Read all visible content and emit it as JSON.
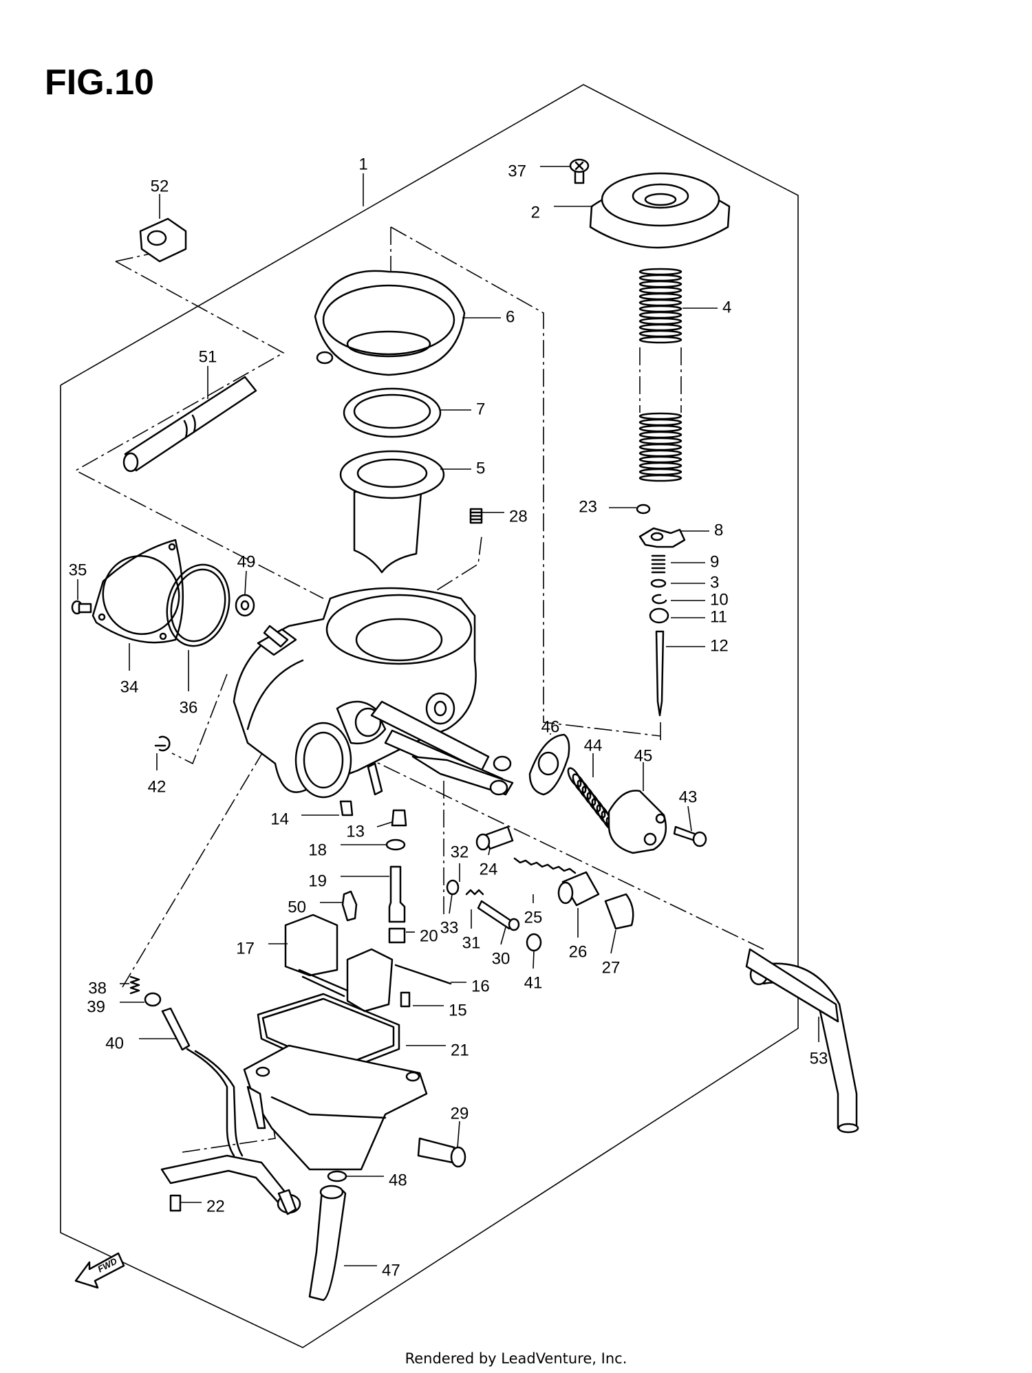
{
  "figure": {
    "title": "FIG.10",
    "footer": "Rendered by LeadVenture, Inc.",
    "fwd_label": "FWD"
  },
  "callouts": [
    "1",
    "2",
    "3",
    "4",
    "5",
    "6",
    "7",
    "8",
    "9",
    "10",
    "11",
    "12",
    "13",
    "14",
    "15",
    "16",
    "17",
    "18",
    "19",
    "20",
    "21",
    "22",
    "23",
    "24",
    "25",
    "26",
    "27",
    "28",
    "29",
    "30",
    "31",
    "32",
    "33",
    "34",
    "35",
    "36",
    "37",
    "38",
    "39",
    "40",
    "41",
    "42",
    "43",
    "44",
    "45",
    "46",
    "47",
    "48",
    "49",
    "50",
    "51",
    "52",
    "53"
  ]
}
